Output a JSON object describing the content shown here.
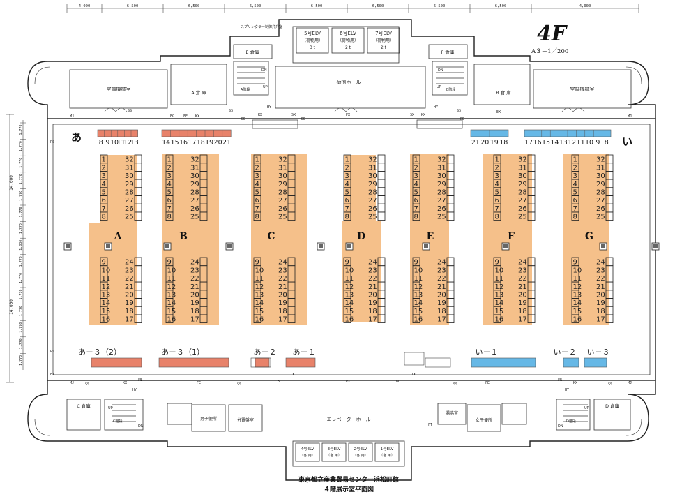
{
  "title": {
    "floor": "4F",
    "scale": "A３＝1／200",
    "building": "東京都立産業貿易センター浜松町館",
    "drawing": "４階展示室平面図"
  },
  "dimensions_top": [
    "4,000",
    "6,500",
    "6,500",
    "6,500",
    "6,500",
    "6,500",
    "6,500",
    "6,500",
    "4,000"
  ],
  "dimensions_left": [
    "1,770",
    "1,770",
    "1,770",
    "1,770",
    "1,770",
    "1,770",
    "1,770",
    "1,830",
    "1,770",
    "1,770",
    "1,770",
    "1,770",
    "1,770",
    "1,770",
    "1,770"
  ],
  "dimensions_left_totals": [
    "14,000",
    "14,000"
  ],
  "rooms": {
    "elv_top": [
      {
        "name": "5号ELV",
        "sub": "（荷物用）",
        "cap": "3 t"
      },
      {
        "name": "6号ELV",
        "sub": "（荷物用）",
        "cap": "2 t"
      },
      {
        "name": "7号ELV",
        "sub": "（荷物用）",
        "cap": "2 t"
      }
    ],
    "elv_bottom": [
      {
        "name": "4号ELV",
        "sub": "（客 用）"
      },
      {
        "name": "3号ELV",
        "sub": "（客 用）"
      },
      {
        "name": "2号ELV",
        "sub": "（客 用）"
      },
      {
        "name": "1号ELV",
        "sub": "（客 用）"
      }
    ],
    "sprinkler": "スプリンクラー制御弁弁室",
    "e_warehouse": "E 倉庫",
    "f_warehouse": "F 倉庫",
    "a_warehouse": "A 倉 庫",
    "b_warehouse": "B 倉 庫",
    "c_warehouse": "C 倉庫",
    "d_warehouse": "D 倉庫",
    "ac_left": "空調機械室",
    "ac_right": "空調機械室",
    "cargo_hall": "荷捌ホール",
    "elevator_hall": "エレベーターホール",
    "mens_toilet": "男子便所",
    "womens_toilet": "女子便所",
    "switchboard": "分電盤室",
    "hot_water": "湯沸室",
    "stairs_a": "A階段",
    "stairs_b": "B階段",
    "stairs_c": "C階段",
    "stairs_d": "D階段",
    "dn": "DN",
    "up": "UP"
  },
  "zone_labels": {
    "left": "あ",
    "right": "い"
  },
  "island_letters": [
    "A",
    "B",
    "C",
    "D",
    "E",
    "F",
    "G"
  ],
  "island_upper_left": [
    "1",
    "2",
    "3",
    "4",
    "5",
    "6",
    "7",
    "8"
  ],
  "island_upper_right": [
    "32",
    "31",
    "30",
    "29",
    "28",
    "27",
    "26",
    "25"
  ],
  "island_lower_left": [
    "9",
    "10",
    "11",
    "12",
    "13",
    "14",
    "15",
    "16"
  ],
  "island_lower_right": [
    "24",
    "23",
    "22",
    "21",
    "20",
    "19",
    "18",
    "17"
  ],
  "top_wall_booths": {
    "left_group1": [
      "8",
      "9",
      "10",
      "11",
      "12",
      "13"
    ],
    "left_group2": [
      "14",
      "15",
      "16",
      "17",
      "18",
      "19",
      "20",
      "21"
    ],
    "right_group1": [
      "21",
      "20",
      "19",
      "18"
    ],
    "right_group2": [
      "17",
      "16",
      "15",
      "14",
      "13",
      "12",
      "11",
      "10",
      "9",
      "8"
    ]
  },
  "bottom_labels": [
    "あ－３（2）",
    "あ－３（1）",
    "あ－２",
    "あ－１",
    "い－１",
    "い－２",
    "い－３"
  ],
  "small_tags": {
    "ex": "EX",
    "fe": "FE",
    "ss": "SS",
    "px": "PX",
    "sx": "SX",
    "hy": "HY",
    "ee": "EE",
    "eg": "EG",
    "kx": "KX",
    "tx": "TX",
    "bc": "BC",
    "mj": "MJ",
    "ps": "PS",
    "et": "ET",
    "ft": "FT",
    "ws": "WS",
    "fb": "FB"
  },
  "colors": {
    "orange_zone": "#f5c08a",
    "red_booth": "#e8826a",
    "blue_booth": "#66b8e6",
    "line": "#333333"
  }
}
